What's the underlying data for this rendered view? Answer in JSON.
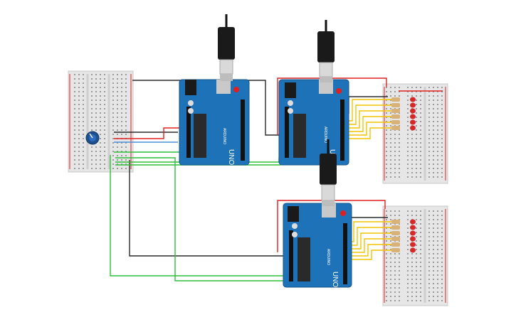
{
  "diagram": {
    "board_label": "UNO",
    "board_logo_text": "ARDUINO",
    "wire_colors": {
      "black": "#2b2b2b",
      "red": "#e02020",
      "green": "#2fbf3a",
      "yellow": "#f2c400",
      "blue": "#4a8fd8"
    },
    "boards": [
      {
        "name": "arduino-uno-1"
      },
      {
        "name": "arduino-uno-2"
      },
      {
        "name": "arduino-uno-3"
      }
    ],
    "breadboards": [
      {
        "name": "breadboard-left"
      },
      {
        "name": "breadboard-top-right"
      },
      {
        "name": "breadboard-bottom-right"
      }
    ],
    "led_color": "#d42a2a",
    "leds_per_breadboard": 6,
    "potentiometer": {
      "name": "potentiometer-knob"
    }
  }
}
